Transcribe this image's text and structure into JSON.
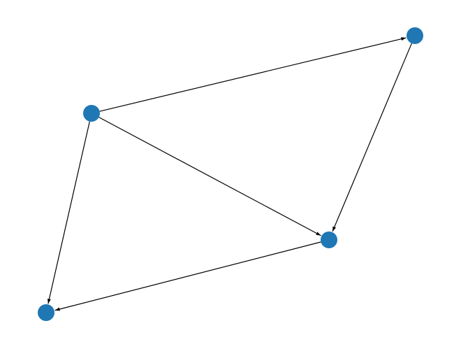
{
  "graph": {
    "directed": true,
    "node_count": 4,
    "edges": [
      [
        0,
        1
      ],
      [
        0,
        2
      ],
      [
        0,
        3
      ],
      [
        1,
        2
      ],
      [
        2,
        3
      ]
    ],
    "node_color": "#1f77b4",
    "edge_color": "#000000",
    "background": "#ffffff"
  }
}
